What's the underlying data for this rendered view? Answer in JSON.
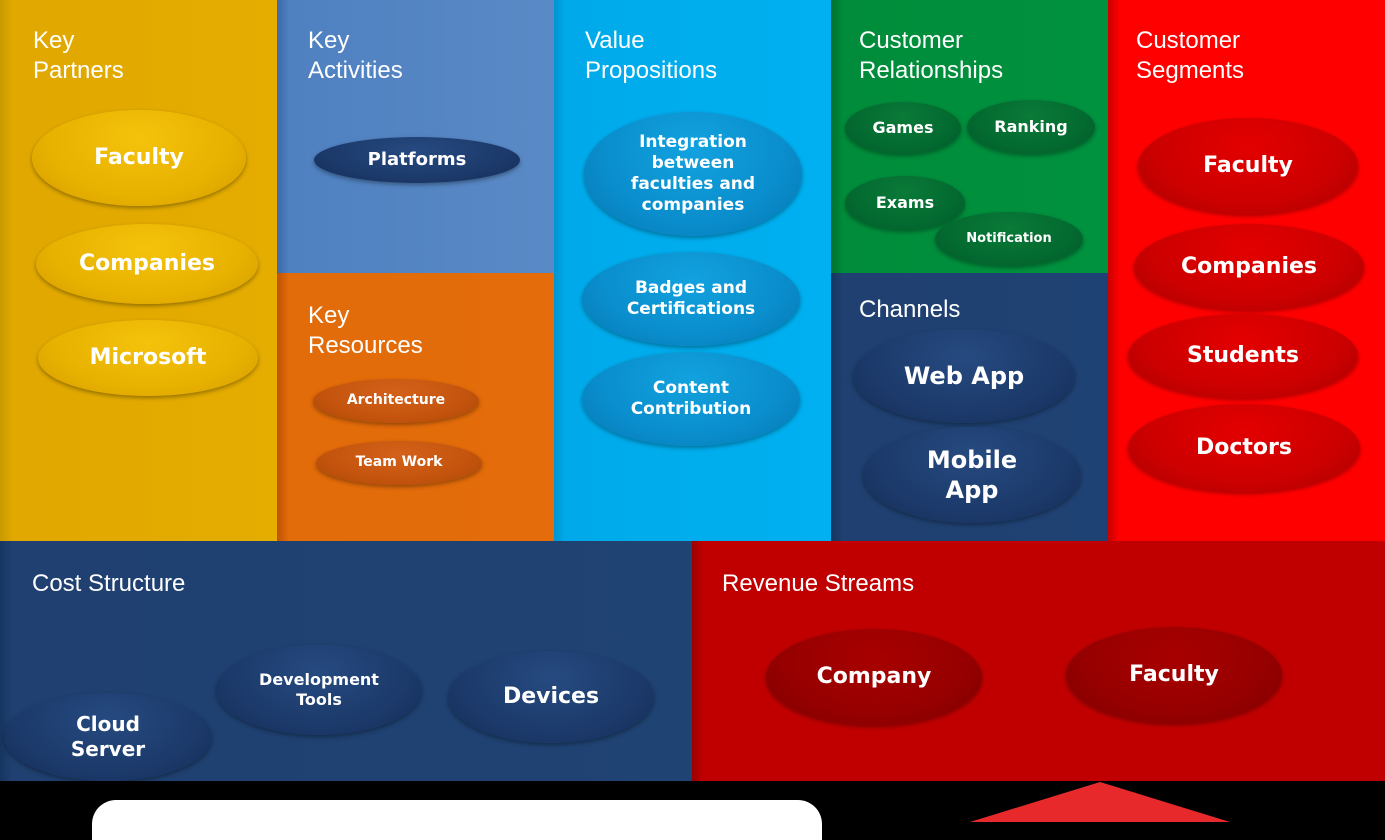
{
  "canvas": {
    "key_partners": {
      "title": [
        "Key",
        "Partners"
      ],
      "items": [
        "Faculty",
        "Companies",
        "Microsoft"
      ]
    },
    "key_activities": {
      "title": [
        "Key",
        "Activities"
      ],
      "items": [
        "Platforms"
      ]
    },
    "key_resources": {
      "title": [
        "Key",
        "Resources"
      ],
      "items": [
        "Architecture",
        "Team Work"
      ]
    },
    "value_propositions": {
      "title": [
        "Value",
        "Propositions"
      ],
      "items": [
        [
          "Integration",
          "between",
          "faculties and",
          "companies"
        ],
        [
          "Badges and",
          "Certifications"
        ],
        [
          "Content",
          "Contribution"
        ]
      ]
    },
    "customer_relationships": {
      "title": [
        "Customer",
        "Relationships"
      ],
      "items": [
        "Games",
        "Ranking",
        "Exams",
        "Notification"
      ]
    },
    "channels": {
      "title": [
        "Channels"
      ],
      "items": [
        [
          "Web App"
        ],
        [
          "Mobile",
          "App"
        ]
      ]
    },
    "customer_segments": {
      "title": [
        "Customer",
        "Segments"
      ],
      "items": [
        "Faculty",
        "Companies",
        "Students",
        "Doctors"
      ]
    },
    "cost_structure": {
      "title": [
        "Cost Structure"
      ],
      "items": [
        [
          "Cloud",
          "Server"
        ],
        [
          "Development",
          "Tools"
        ],
        [
          "Devices"
        ]
      ]
    },
    "revenue_streams": {
      "title": [
        "Revenue Streams"
      ],
      "items": [
        "Company",
        "Faculty"
      ]
    }
  },
  "colors": {
    "key_partners": "#e5ad00",
    "key_activities": "#5a8ac6",
    "key_resources": "#e46c0a",
    "value_propositions": "#00b0f0",
    "customer_relationships": "#00923f",
    "channels": "#1f4274",
    "customer_segments": "#ff0000",
    "cost_structure": "#1f4373",
    "revenue_streams": "#c00000"
  }
}
